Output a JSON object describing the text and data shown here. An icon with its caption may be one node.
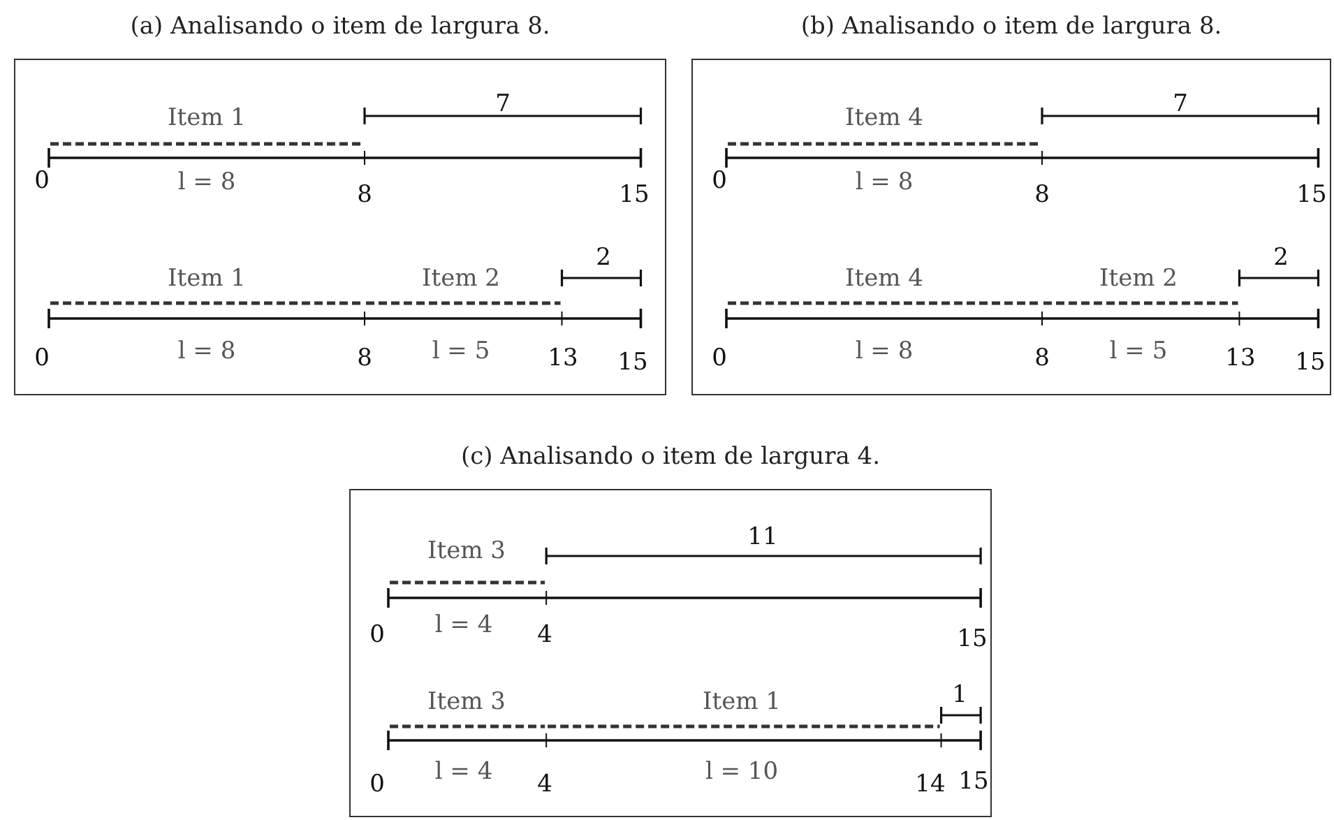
{
  "diagram": {
    "nodes": [
      {
        "text": [
          "(a) Analisando o item de largura 8."
        ]
      },
      {
        "text": [
          "(b) Analisando o item de largura 8."
        ]
      },
      {
        "text": [
          "(c) Analisando o item de largura 4."
        ]
      }
    ],
    "labels": [
      "Item 1",
      "7",
      "0",
      "l = 8",
      "8",
      "15",
      "Item 1",
      "Item 2",
      "2",
      "0",
      "l = 8",
      "8",
      "l = 5",
      "13",
      "15",
      "Item 4",
      "7",
      "0",
      "l = 8",
      "8",
      "15",
      "Item 4",
      "Item 2",
      "2",
      "0",
      "l = 8",
      "8",
      "l = 5",
      "13",
      "15",
      "Item 3",
      "11",
      "0",
      "l = 4",
      "4",
      "15",
      "Item 3",
      "Item 1",
      "1",
      "0",
      "l = 4",
      "4",
      "l = 10",
      "14",
      "15"
    ]
  }
}
